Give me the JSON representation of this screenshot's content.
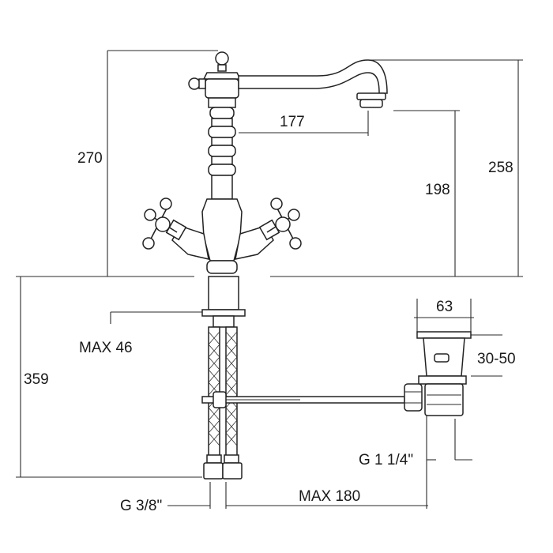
{
  "dimensions": {
    "total_height": "270",
    "spout_reach": "177",
    "spout_height": "198",
    "overall_height": "258",
    "below_deck": "359",
    "max_thickness": "MAX 46",
    "waste_width": "63",
    "waste_range": "30-50",
    "waste_thread": "G 1 1/4\"",
    "hose_thread": "G 3/8\"",
    "max_rod": "MAX 180"
  },
  "colors": {
    "line": "#2a2a2a",
    "background": "#ffffff"
  }
}
